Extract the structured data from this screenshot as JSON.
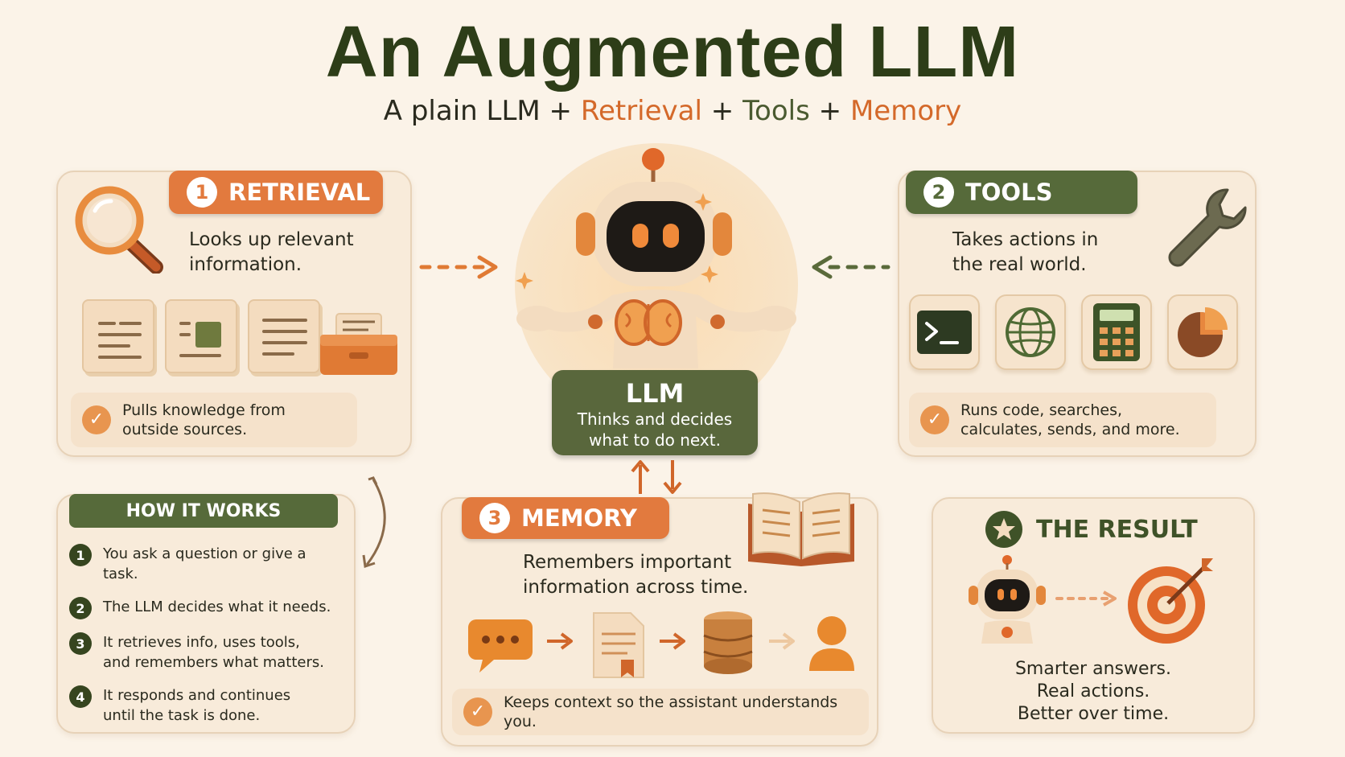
{
  "header": {
    "title": "An Augmented LLM",
    "subtitle_parts": [
      "A plain LLM",
      "+",
      "Retrieval",
      "+",
      "Tools",
      "+",
      "Memory"
    ]
  },
  "retrieval": {
    "number": "1",
    "label": "RETRIEVAL",
    "description_lines": [
      "Looks up relevant",
      "information."
    ],
    "check_lines": [
      "Pulls knowledge from",
      "outside sources."
    ]
  },
  "tools": {
    "number": "2",
    "label": "TOOLS",
    "description_lines": [
      "Takes actions in",
      "the real world."
    ],
    "check_lines": [
      "Runs code, searches,",
      "calculates, sends, and more."
    ],
    "icons": [
      "terminal-icon",
      "globe-icon",
      "calculator-icon",
      "pie-chart-icon"
    ]
  },
  "llm": {
    "name": "LLM",
    "description_lines": [
      "Thinks and decides",
      "what to do next."
    ]
  },
  "how_it_works": {
    "title": "HOW IT WORKS",
    "steps": [
      {
        "num": "1",
        "lines": [
          "You ask a question or give a task."
        ]
      },
      {
        "num": "2",
        "lines": [
          "The LLM decides what it needs."
        ]
      },
      {
        "num": "3",
        "lines": [
          "It retrieves info, uses tools,",
          "and remembers what matters."
        ]
      },
      {
        "num": "4",
        "lines": [
          "It responds and continues",
          "until the task is done."
        ]
      }
    ]
  },
  "memory": {
    "number": "3",
    "label": "MEMORY",
    "description_lines": [
      "Remembers important",
      "information across time."
    ],
    "check_text": "Keeps context so the assistant understands you."
  },
  "result": {
    "title": "THE RESULT",
    "lines": [
      "Smarter answers.",
      "Real actions.",
      "Better over time."
    ]
  },
  "colors": {
    "background": "#fbf3e8",
    "orange": "#e27a3e",
    "green": "#566a3a",
    "dark_green": "#2d3d18"
  }
}
